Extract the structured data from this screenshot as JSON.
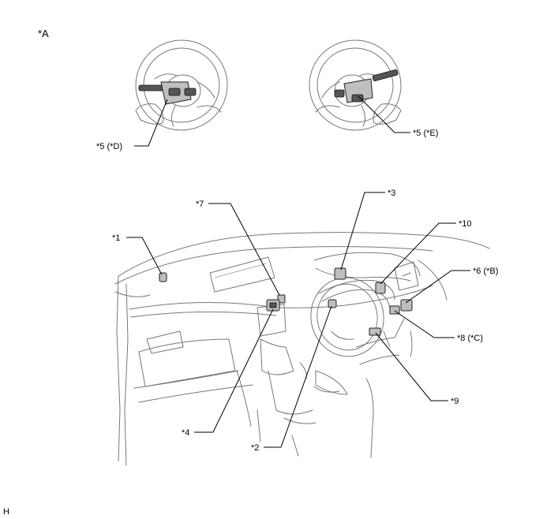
{
  "view_label": "*A",
  "figure_code": "H",
  "callouts": {
    "c1": "*1",
    "c2": "*2",
    "c3": "*3",
    "c4": "*4",
    "c5_left": "*5 (*D)",
    "c5_right": "*5 (*E)",
    "c6": "*6 (*B)",
    "c7": "*7",
    "c8": "*8 (*C)",
    "c9": "*9",
    "c10": "*10"
  }
}
